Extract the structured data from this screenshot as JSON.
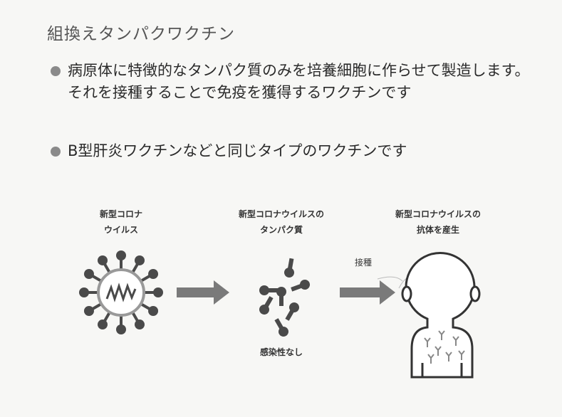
{
  "title": "組換えタンパクワクチン",
  "bullets": [
    "病原体に特徴的なタンパク質のみを培養細胞に作らせて製造します。それを接種することで免疫を獲得するワクチンです",
    "B型肝炎ワクチンなどと同じタイプのワクチンです"
  ],
  "diagram": {
    "virus_label_1": "新型コロナ",
    "virus_label_2": "ウイルス",
    "protein_label_1": "新型コロナウイルスの",
    "protein_label_2": "タンパク質",
    "antibody_label_1": "新型コロナウイルスの",
    "antibody_label_2": "抗体を産生",
    "inoculation_label": "接種",
    "no_infectivity_label": "感染性なし"
  },
  "colors": {
    "icon": "#4a4a4a",
    "arrow": "#7a7a7a",
    "ring": "#999999"
  }
}
